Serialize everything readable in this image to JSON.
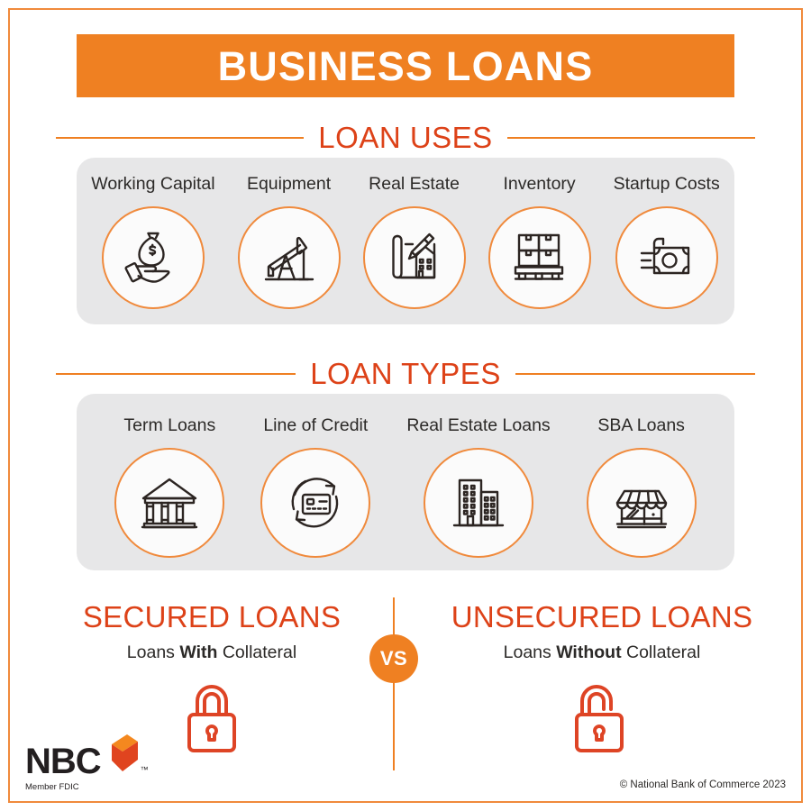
{
  "colors": {
    "header_orange": "#ef8022",
    "title_red_orange": "#dd4218",
    "icon_outline_orange": "#f08a3c",
    "panel_gray": "#e7e7e8",
    "icon_dark": "#2c2522",
    "lock_red": "#de4425",
    "logo_dark": "#231f20",
    "logo_cube_top": "#f4881f",
    "logo_cube_front": "#e0441f"
  },
  "header": {
    "title": "BUSINESS LOANS"
  },
  "loan_uses": {
    "section_title": "LOAN USES",
    "items": [
      {
        "label": "Working Capital",
        "icon": "hand-holding-money-bag-icon"
      },
      {
        "label": "Equipment",
        "icon": "oil-pump-jack-icon"
      },
      {
        "label": "Real Estate",
        "icon": "blueprint-pencil-building-icon"
      },
      {
        "label": "Inventory",
        "icon": "boxes-on-pallet-icon"
      },
      {
        "label": "Startup Costs",
        "icon": "flying-banknote-icon"
      }
    ]
  },
  "loan_types": {
    "section_title": "LOAN TYPES",
    "items": [
      {
        "label": "Term Loans",
        "icon": "bank-columns-icon"
      },
      {
        "label": "Line of Credit",
        "icon": "credit-card-refresh-icon"
      },
      {
        "label": "Real Estate Loans",
        "icon": "office-buildings-icon"
      },
      {
        "label": "SBA Loans",
        "icon": "storefront-awning-icon"
      }
    ]
  },
  "comparison": {
    "vs_label": "VS",
    "left": {
      "title": "SECURED LOANS",
      "subtitle_prefix": "Loans ",
      "subtitle_bold": "With",
      "subtitle_suffix": " Collateral",
      "icon": "closed-padlock-icon"
    },
    "right": {
      "title": "UNSECURED LOANS",
      "subtitle_prefix": "Loans ",
      "subtitle_bold": "Without",
      "subtitle_suffix": " Collateral",
      "icon": "open-padlock-icon"
    }
  },
  "footer": {
    "logo_text": "NBC",
    "logo_tm": "™",
    "logo_tagline": "Member FDIC",
    "copyright": "© National Bank of Commerce 2023"
  }
}
